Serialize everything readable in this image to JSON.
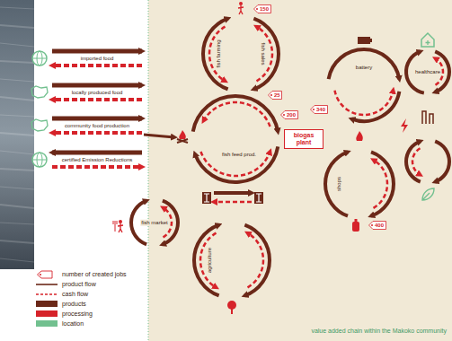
{
  "diagram": {
    "caption": "value added chain within the Makoko community",
    "nodes": [
      {
        "text": [
          "150"
        ]
      },
      {
        "text": [
          "25"
        ]
      },
      {
        "text": [
          "200"
        ]
      },
      {
        "text": [
          "340"
        ]
      },
      {
        "text": [
          "biogas plant"
        ]
      },
      {
        "text": [
          "400"
        ]
      }
    ],
    "labels": [
      "imported food",
      "locally produced food",
      "community food production",
      "certified Emission Reductions",
      "fish farming",
      "fish sales",
      "fish feed prod.",
      "battery",
      "healthcare",
      "fish market",
      "shops",
      "agriculture"
    ],
    "legend": [
      {
        "text": "number of created jobs"
      },
      {
        "text": "product flow"
      },
      {
        "text": "cash flow"
      },
      {
        "text": "products",
        "color": "#6b2818"
      },
      {
        "text": "processing",
        "color": "#d6232a"
      },
      {
        "text": "location",
        "color": "#72c08f"
      }
    ]
  }
}
